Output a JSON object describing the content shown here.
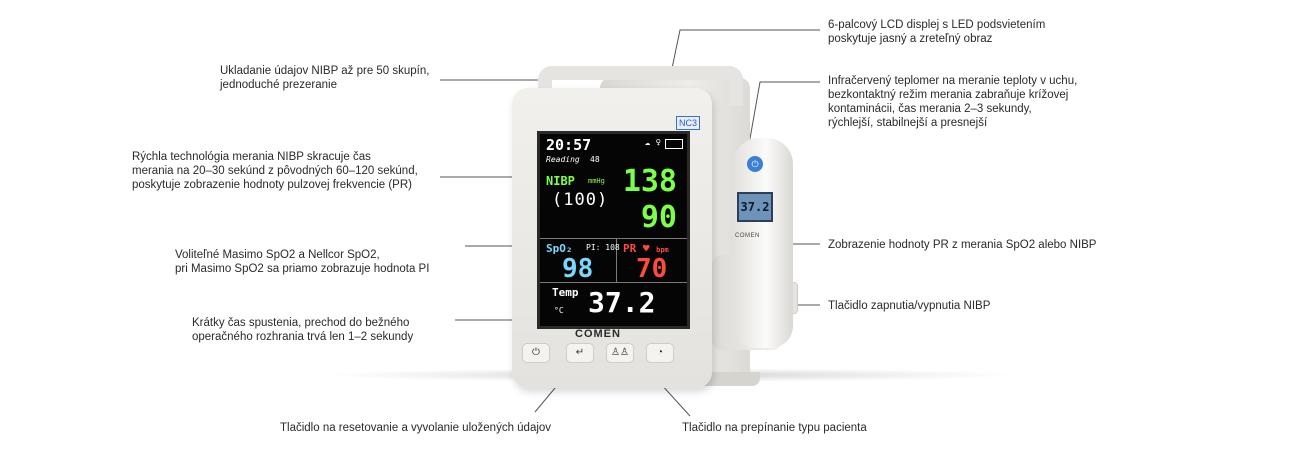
{
  "annotations": {
    "lcd_display": "6-palcový LCD displej s LED podsvietením\nposkytuje jasný a zreteľný obraz",
    "nibp_storage": "Ukladanie údajov NIBP až pre 50 skupín,\njednoduché prezeranie",
    "ear_thermometer": "Infračervený teplomer na meranie teploty v uchu,\nbezkontaktný režim merania zabraňuje krížovej\nkontaminácii, čas merania 2–3 sekundy,\nrýchlejší, stabilnejší a presnejší",
    "nibp_fast": "Rýchla technológia merania NIBP skracuje čas\nmerania na 20–30 sekúnd z pôvodných 60–120 sekúnd,\nposkytuje zobrazenie hodnoty pulzovej frekvencie (PR)",
    "pr_display": "Zobrazenie hodnoty PR z merania SpO2 alebo NIBP",
    "spo2_option": "Voliteľné Masimo SpO2 a Nellcor SpO2,\npri Masimo SpO2 sa priamo zobrazuje hodnota PI",
    "nibp_button": "Tlačidlo zapnutia/vypnutia NIBP",
    "startup": "Krátky čas spustenia, prechod do bežného\noperačného rozhrania trvá len 1–2 sekundy",
    "reset_button": "Tlačidlo na resetovanie a vyvolanie uložených údajov",
    "patient_type_button": "Tlačidlo na prepínanie typu pacienta"
  },
  "device": {
    "model_badge": "NC3",
    "brand": "COMEN",
    "screen": {
      "time": "20:57",
      "reading_label": "Reading",
      "reading_number": "48",
      "nibp_label": "NIBP",
      "nibp_unit": "mmHg",
      "map_value": "(100)",
      "systolic": "138",
      "diastolic": "90",
      "spo2_label": "SpO₂",
      "pi_label": "PI",
      "pi_value": "108",
      "spo2_value": "98",
      "pr_label": "PR",
      "pr_unit": "bpm",
      "pr_value": "70",
      "temp_label": "Temp",
      "temp_unit": "°C",
      "temp_value": "37.2"
    },
    "thermometer": {
      "display_value": "37.2",
      "brand": "COMEN"
    }
  }
}
